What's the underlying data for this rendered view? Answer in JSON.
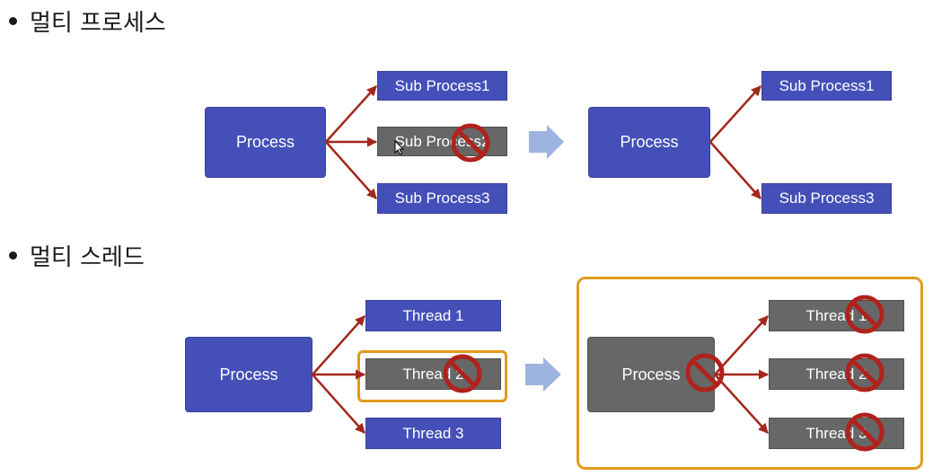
{
  "sections": {
    "multi_process": "멀티 프로세스",
    "multi_thread": "멀티 스레드"
  },
  "process_diagram": {
    "process": "Process",
    "sub1": "Sub Process1",
    "sub2": "Sub Process2",
    "sub3": "Sub Process3",
    "after_process": "Process",
    "after_sub1": "Sub Process1",
    "after_sub3": "Sub Process3"
  },
  "thread_diagram": {
    "process": "Process",
    "t1": "Thread 1",
    "t2": "Thread 2",
    "t3": "Thread 3",
    "after_process": "Process",
    "after_t1": "Thread 1",
    "after_t2": "Thread 2",
    "after_t3": "Thread 3"
  },
  "colors": {
    "box_blue": "#4450b8",
    "box_gray": "#676767",
    "arrow_red": "#a3271c",
    "arrow_blue": "#9db3e0",
    "highlight_orange": "#e39a1c",
    "prohibit_red": "#b0221c"
  },
  "icons": {
    "prohibited": "prohibited-icon",
    "next": "right-arrow-icon",
    "cursor": "mouse-cursor-icon"
  }
}
